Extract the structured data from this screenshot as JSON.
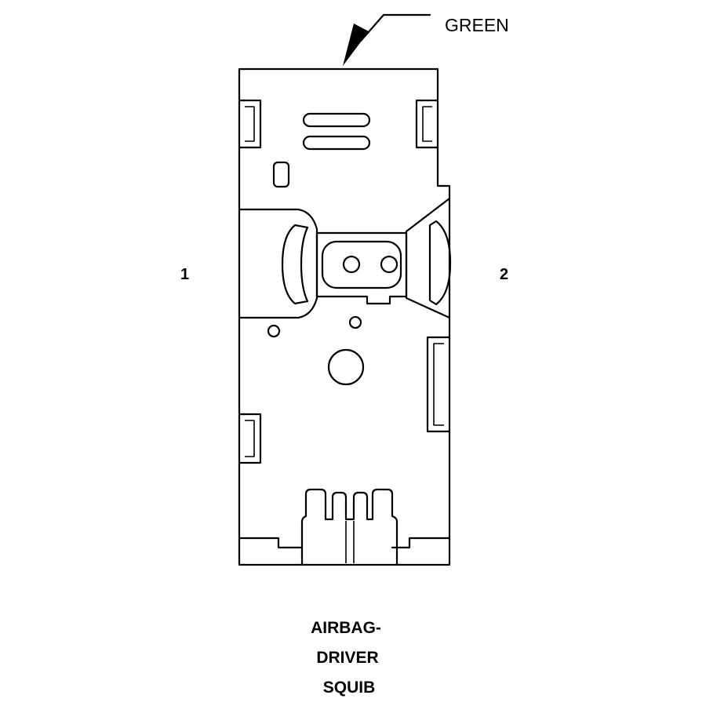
{
  "callout": {
    "label": "GREEN"
  },
  "pins": {
    "left": "1",
    "right": "2"
  },
  "title": {
    "line1": "AIRBAG-",
    "line2": "DRIVER",
    "line3": "SQUIB"
  }
}
